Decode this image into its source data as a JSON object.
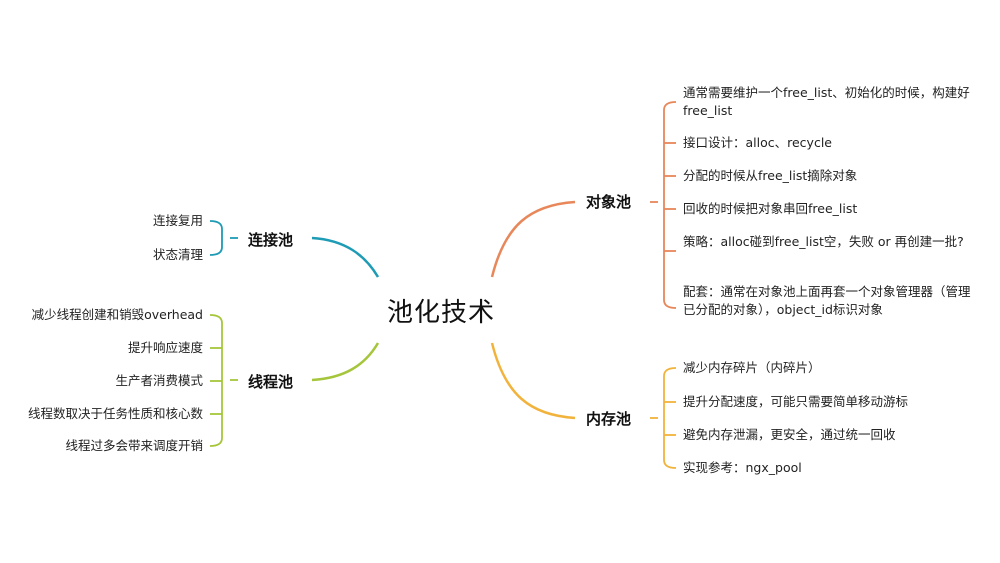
{
  "root": {
    "label": "池化技术"
  },
  "colors": {
    "object_pool": "#E8875A",
    "memory_pool": "#F2B33D",
    "connection_pool": "#1E9BB5",
    "thread_pool": "#A5C63B"
  },
  "branches": {
    "object_pool": {
      "label": "对象池",
      "items": [
        "通常需要维护一个free_list、初始化的时候，构建好free_list",
        "接口设计：alloc、recycle",
        "分配的时候从free_list摘除对象",
        "回收的时候把对象串回free_list",
        "策略：alloc碰到free_list空，失败 or 再创建一批?",
        "配套：通常在对象池上面再套一个对象管理器（管理已分配的对象），object_id标识对象"
      ]
    },
    "memory_pool": {
      "label": "内存池",
      "items": [
        "减少内存碎片（内碎片）",
        "提升分配速度，可能只需要简单移动游标",
        "避免内存泄漏，更安全，通过统一回收",
        "实现参考：ngx_pool"
      ]
    },
    "connection_pool": {
      "label": "连接池",
      "items": [
        "连接复用",
        "状态清理"
      ]
    },
    "thread_pool": {
      "label": "线程池",
      "items": [
        "减少线程创建和销毁overhead",
        "提升响应速度",
        "生产者消费模式",
        "线程数取决于任务性质和核心数",
        "线程过多会带来调度开销"
      ]
    }
  }
}
